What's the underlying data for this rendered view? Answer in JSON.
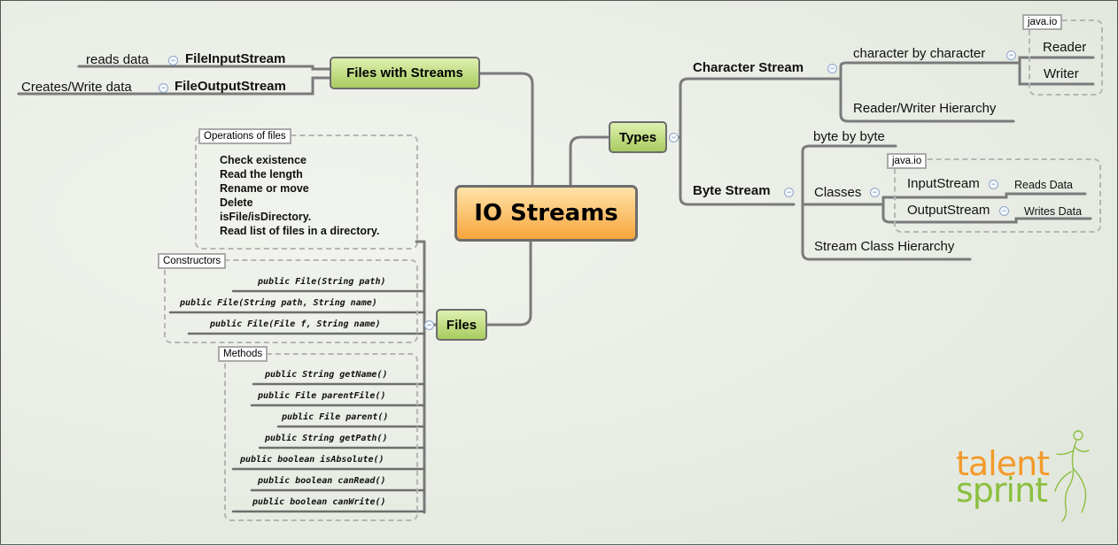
{
  "center": "IO Streams",
  "files_with_streams": {
    "label": "Files with Streams",
    "input": {
      "class": "FileInputStream",
      "note": "reads data"
    },
    "output": {
      "class": "FileOutputStream",
      "note": "Creates/Write data"
    }
  },
  "files": {
    "label": "Files",
    "operations": {
      "title": "Operations of files",
      "items": [
        "Check existence",
        "Read the length",
        "Rename or move",
        "Delete",
        "isFile/isDirectory.",
        "Read list of files in a directory."
      ]
    },
    "constructors": {
      "title": "Constructors",
      "items": [
        "public File(String path)",
        "public File(String path, String name)",
        "public File(File f, String name)"
      ]
    },
    "methods": {
      "title": "Methods",
      "items": [
        "public String getName()",
        "public File parentFile()",
        "public File parent()",
        "public String getPath()",
        "public boolean isAbsolute()",
        "public boolean canRead()",
        "public boolean canWrite()"
      ]
    }
  },
  "types": {
    "label": "Types",
    "character_stream": {
      "label": "Character Stream",
      "by": "character by character",
      "package": "java.io",
      "classes": [
        "Reader",
        "Writer"
      ],
      "hierarchy": "Reader/Writer Hierarchy"
    },
    "byte_stream": {
      "label": "Byte Stream",
      "by": "byte by byte",
      "classes_label": "Classes",
      "package": "java.io",
      "input": {
        "class": "InputStream",
        "note": "Reads Data"
      },
      "output": {
        "class": "OutputStream",
        "note": "Writes Data"
      },
      "hierarchy": "Stream Class Hierarchy"
    }
  },
  "logo": {
    "line1": "talent",
    "line2": "sprint",
    "color1": "#f39a2b",
    "color2": "#8cbf3f"
  },
  "colors": {
    "node_green": "#a9cc5f",
    "center_orange": "#f7a53c",
    "connector": "#7a7a7a"
  }
}
